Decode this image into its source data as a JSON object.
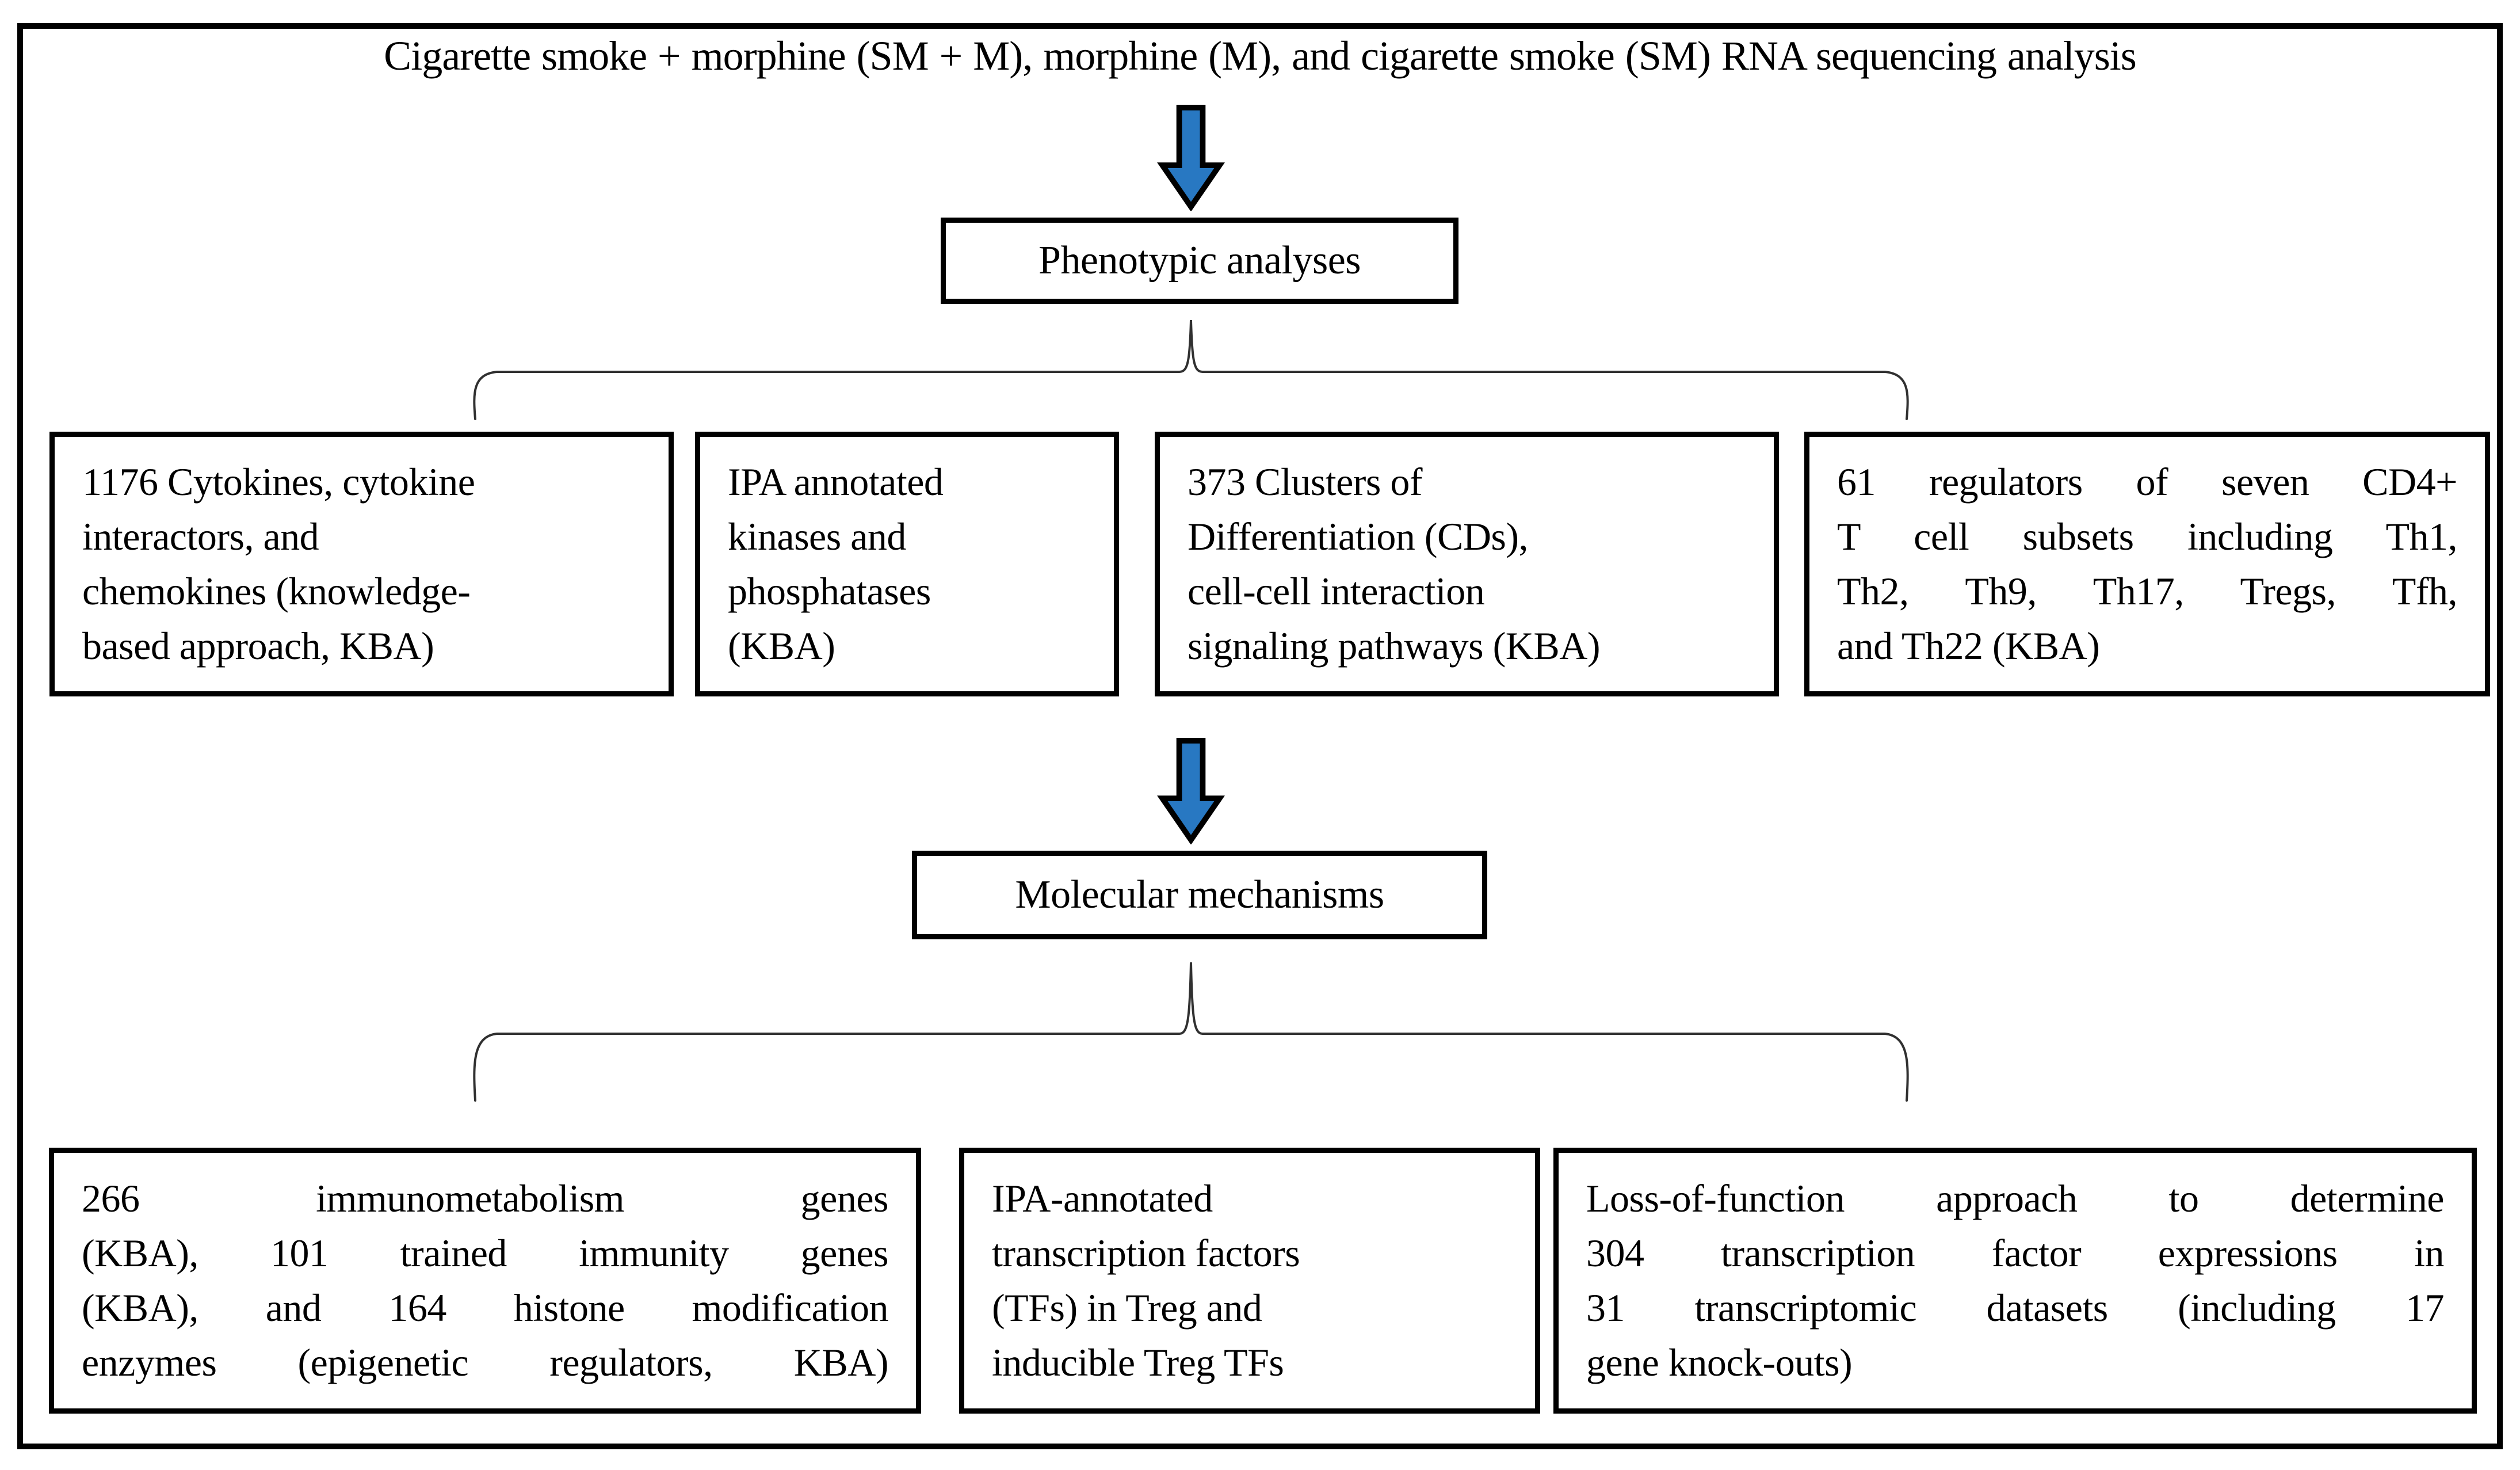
{
  "title": "Cigarette smoke + morphine (SM + M), morphine (M), and cigarette smoke (SM) RNA sequencing analysis",
  "flow": {
    "stage1_label": "Phenotypic analyses",
    "stage2_label": "Molecular mechanisms"
  },
  "phenotypic_boxes": [
    {
      "lines": [
        "1176 Cytokines, cytokine",
        "interactors, and",
        "chemokines (knowledge-",
        "based approach, KBA)"
      ]
    },
    {
      "lines": [
        "IPA annotated",
        "kinases and",
        "phosphatases",
        "(KBA)"
      ]
    },
    {
      "lines": [
        "373 Clusters of",
        "Differentiation (CDs),",
        "cell-cell interaction",
        "signaling pathways (KBA)"
      ]
    },
    {
      "lines": [
        "61 regulators of seven CD4+",
        "T cell subsets including Th1,",
        "Th2, Th9, Th17, Tregs, Tfh,",
        "and Th22 (KBA)"
      ]
    }
  ],
  "molecular_boxes": [
    {
      "lines": [
        "266 immunometabolism genes",
        "(KBA), 101 trained immunity genes",
        "(KBA), and 164 histone modification",
        "enzymes (epigenetic regulators, KBA)"
      ]
    },
    {
      "lines": [
        "IPA-annotated",
        "transcription factors",
        "(TFs) in Treg and",
        "inducible Treg TFs"
      ]
    },
    {
      "lines": [
        "Loss-of-function approach to determine",
        "304 transcription factor expressions in",
        "31 transcriptomic datasets (including 17",
        "gene knock-outs)"
      ]
    }
  ],
  "colors": {
    "arrow_fill": "#2878C2",
    "outline": "#000000",
    "brace_line": "#303030"
  }
}
